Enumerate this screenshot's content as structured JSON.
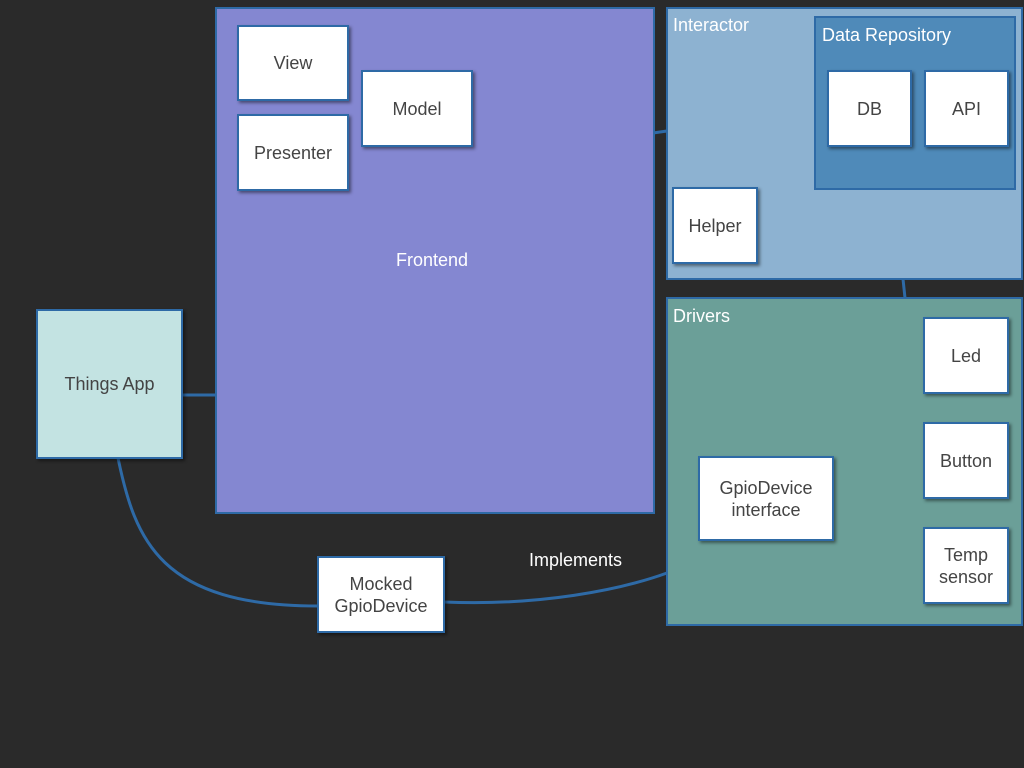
{
  "colors": {
    "background": "#2a2a2a",
    "frontend": "#8487d1",
    "interactor": "#8db2d1",
    "data_repository": "#4f8ab9",
    "drivers": "#6b9f98",
    "things_app": "#c3e3e2",
    "node": "#ffffff",
    "stroke": "#2e6aa6"
  },
  "things_app": {
    "label": "Things App"
  },
  "frontend": {
    "label": "Frontend",
    "view": "View",
    "model": "Model",
    "presenter": "Presenter"
  },
  "interactor": {
    "label": "Interactor",
    "helper": "Helper",
    "data_repository": {
      "label": "Data Repository",
      "db": "DB",
      "api": "API"
    }
  },
  "drivers": {
    "label": "Drivers",
    "led": "Led",
    "button": "Button",
    "temp_sensor_line1": "Temp",
    "temp_sensor_line2": "sensor",
    "gpio_line1": "GpioDevice",
    "gpio_line2": "interface"
  },
  "mocked": {
    "line1": "Mocked",
    "line2": "GpioDevice"
  },
  "implements_label": "Implements"
}
